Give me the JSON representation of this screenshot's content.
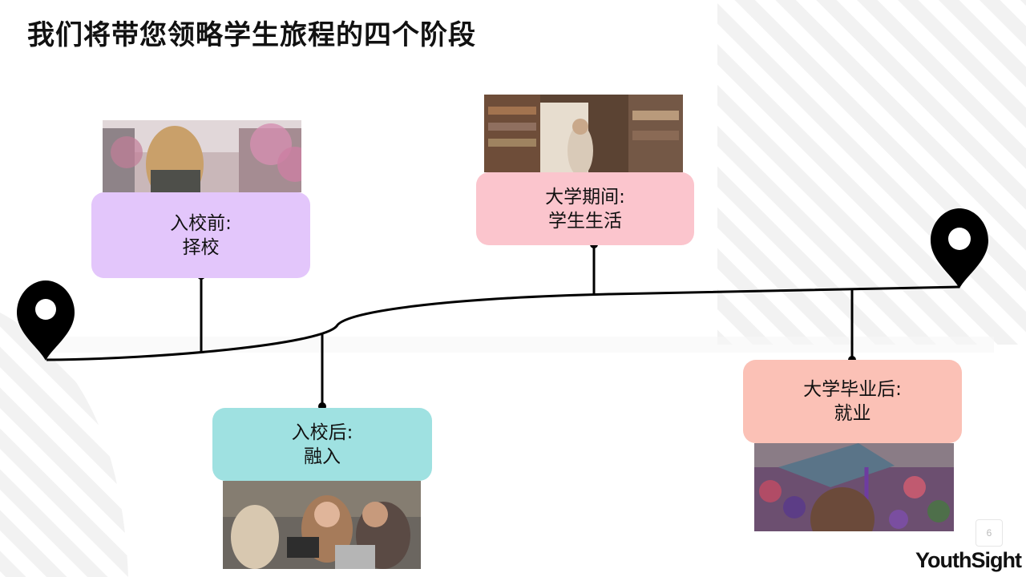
{
  "slide": {
    "title": "我们将带您领略学生旅程的四个阶段",
    "page_number": "6",
    "logo": "YouthSight"
  },
  "stages": [
    {
      "title": "入校前:",
      "subtitle": "择校",
      "color": "#e3c6fb",
      "photo": "student-walking-cherry-blossom-photo"
    },
    {
      "title": "入校后:",
      "subtitle": "融入",
      "color": "#9fe1e1",
      "photo": "students-laughing-laptops-photo"
    },
    {
      "title": "大学期间:",
      "subtitle": "学生生活",
      "color": "#fbc5cd",
      "photo": "student-in-library-photo"
    },
    {
      "title": "大学毕业后:",
      "subtitle": "就业",
      "color": "#fbc1b6",
      "photo": "graduation-cap-photo"
    }
  ],
  "icons": {
    "start_pin": "map-pin-icon",
    "end_pin": "map-pin-icon"
  }
}
